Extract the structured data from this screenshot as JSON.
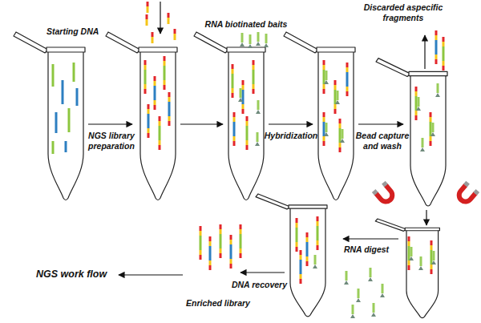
{
  "diagram": {
    "labels": [
      "Starting DNA",
      "RNA biotinated baits",
      "Discarded aspecific fragments",
      "NGS library preparation",
      "Hybridization",
      "Bead capture and wash",
      "RNA digest",
      "DNA recovery",
      "NGS work flow",
      "Enriched library"
    ]
  }
}
